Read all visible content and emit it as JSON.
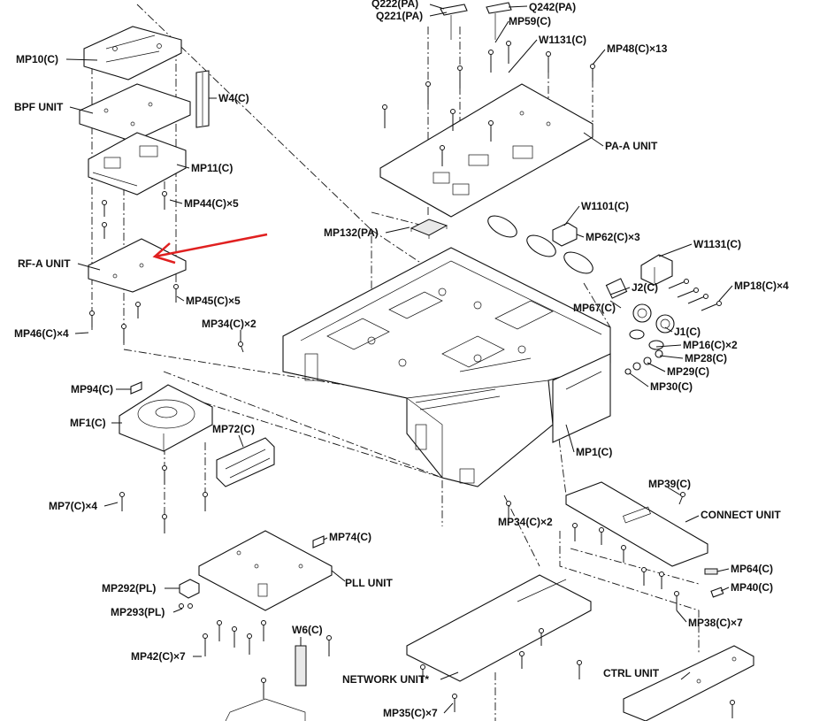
{
  "labels": [
    {
      "text": "Q222(PA)"
    },
    {
      "text": "Q221(PA)"
    },
    {
      "text": "Q242(PA)"
    },
    {
      "text": "MP59(C)"
    },
    {
      "text": "W1131(C)"
    },
    {
      "text": "MP48(C)×13"
    },
    {
      "text": "PA-A UNIT"
    },
    {
      "text": "MP10(C)"
    },
    {
      "text": "BPF UNIT"
    },
    {
      "text": "W4(C)"
    },
    {
      "text": "MP11(C)"
    },
    {
      "text": "MP44(C)×5"
    },
    {
      "text": "RF-A UNIT"
    },
    {
      "text": "MP45(C)×5"
    },
    {
      "text": "MP46(C)×4"
    },
    {
      "text": "MP132(PA)"
    },
    {
      "text": "W1101(C)"
    },
    {
      "text": "MP62(C)×3"
    },
    {
      "text": "W1131(C)"
    },
    {
      "text": "MP18(C)×4"
    },
    {
      "text": "J2(C)"
    },
    {
      "text": "MP67(C)"
    },
    {
      "text": "J1(C)"
    },
    {
      "text": "MP16(C)×2"
    },
    {
      "text": "MP28(C)"
    },
    {
      "text": "MP29(C)"
    },
    {
      "text": "MP30(C)"
    },
    {
      "text": "MP34(C)×2"
    },
    {
      "text": "MP94(C)"
    },
    {
      "text": "MF1(C)"
    },
    {
      "text": "MP72(C)"
    },
    {
      "text": "MP7(C)×4"
    },
    {
      "text": "MP1(C)"
    },
    {
      "text": "MP39(C)"
    },
    {
      "text": "CONNECT UNIT"
    },
    {
      "text": "MP34(C)×2"
    },
    {
      "text": "MP74(C)"
    },
    {
      "text": "PLL UNIT"
    },
    {
      "text": "MP292(PL)"
    },
    {
      "text": "MP293(PL)"
    },
    {
      "text": "MP64(C)"
    },
    {
      "text": "MP40(C)"
    },
    {
      "text": "W6(C)"
    },
    {
      "text": "MP38(C)×7"
    },
    {
      "text": "MP42(C)×7"
    },
    {
      "text": "NETWORK UNIT*"
    },
    {
      "text": "CTRL UNIT"
    },
    {
      "text": "MP35(C)×7"
    }
  ],
  "colors": {
    "line": "#111111",
    "arrow": "#e02020",
    "background": "#ffffff"
  },
  "icons": [
    "highlight-arrow-icon"
  ]
}
